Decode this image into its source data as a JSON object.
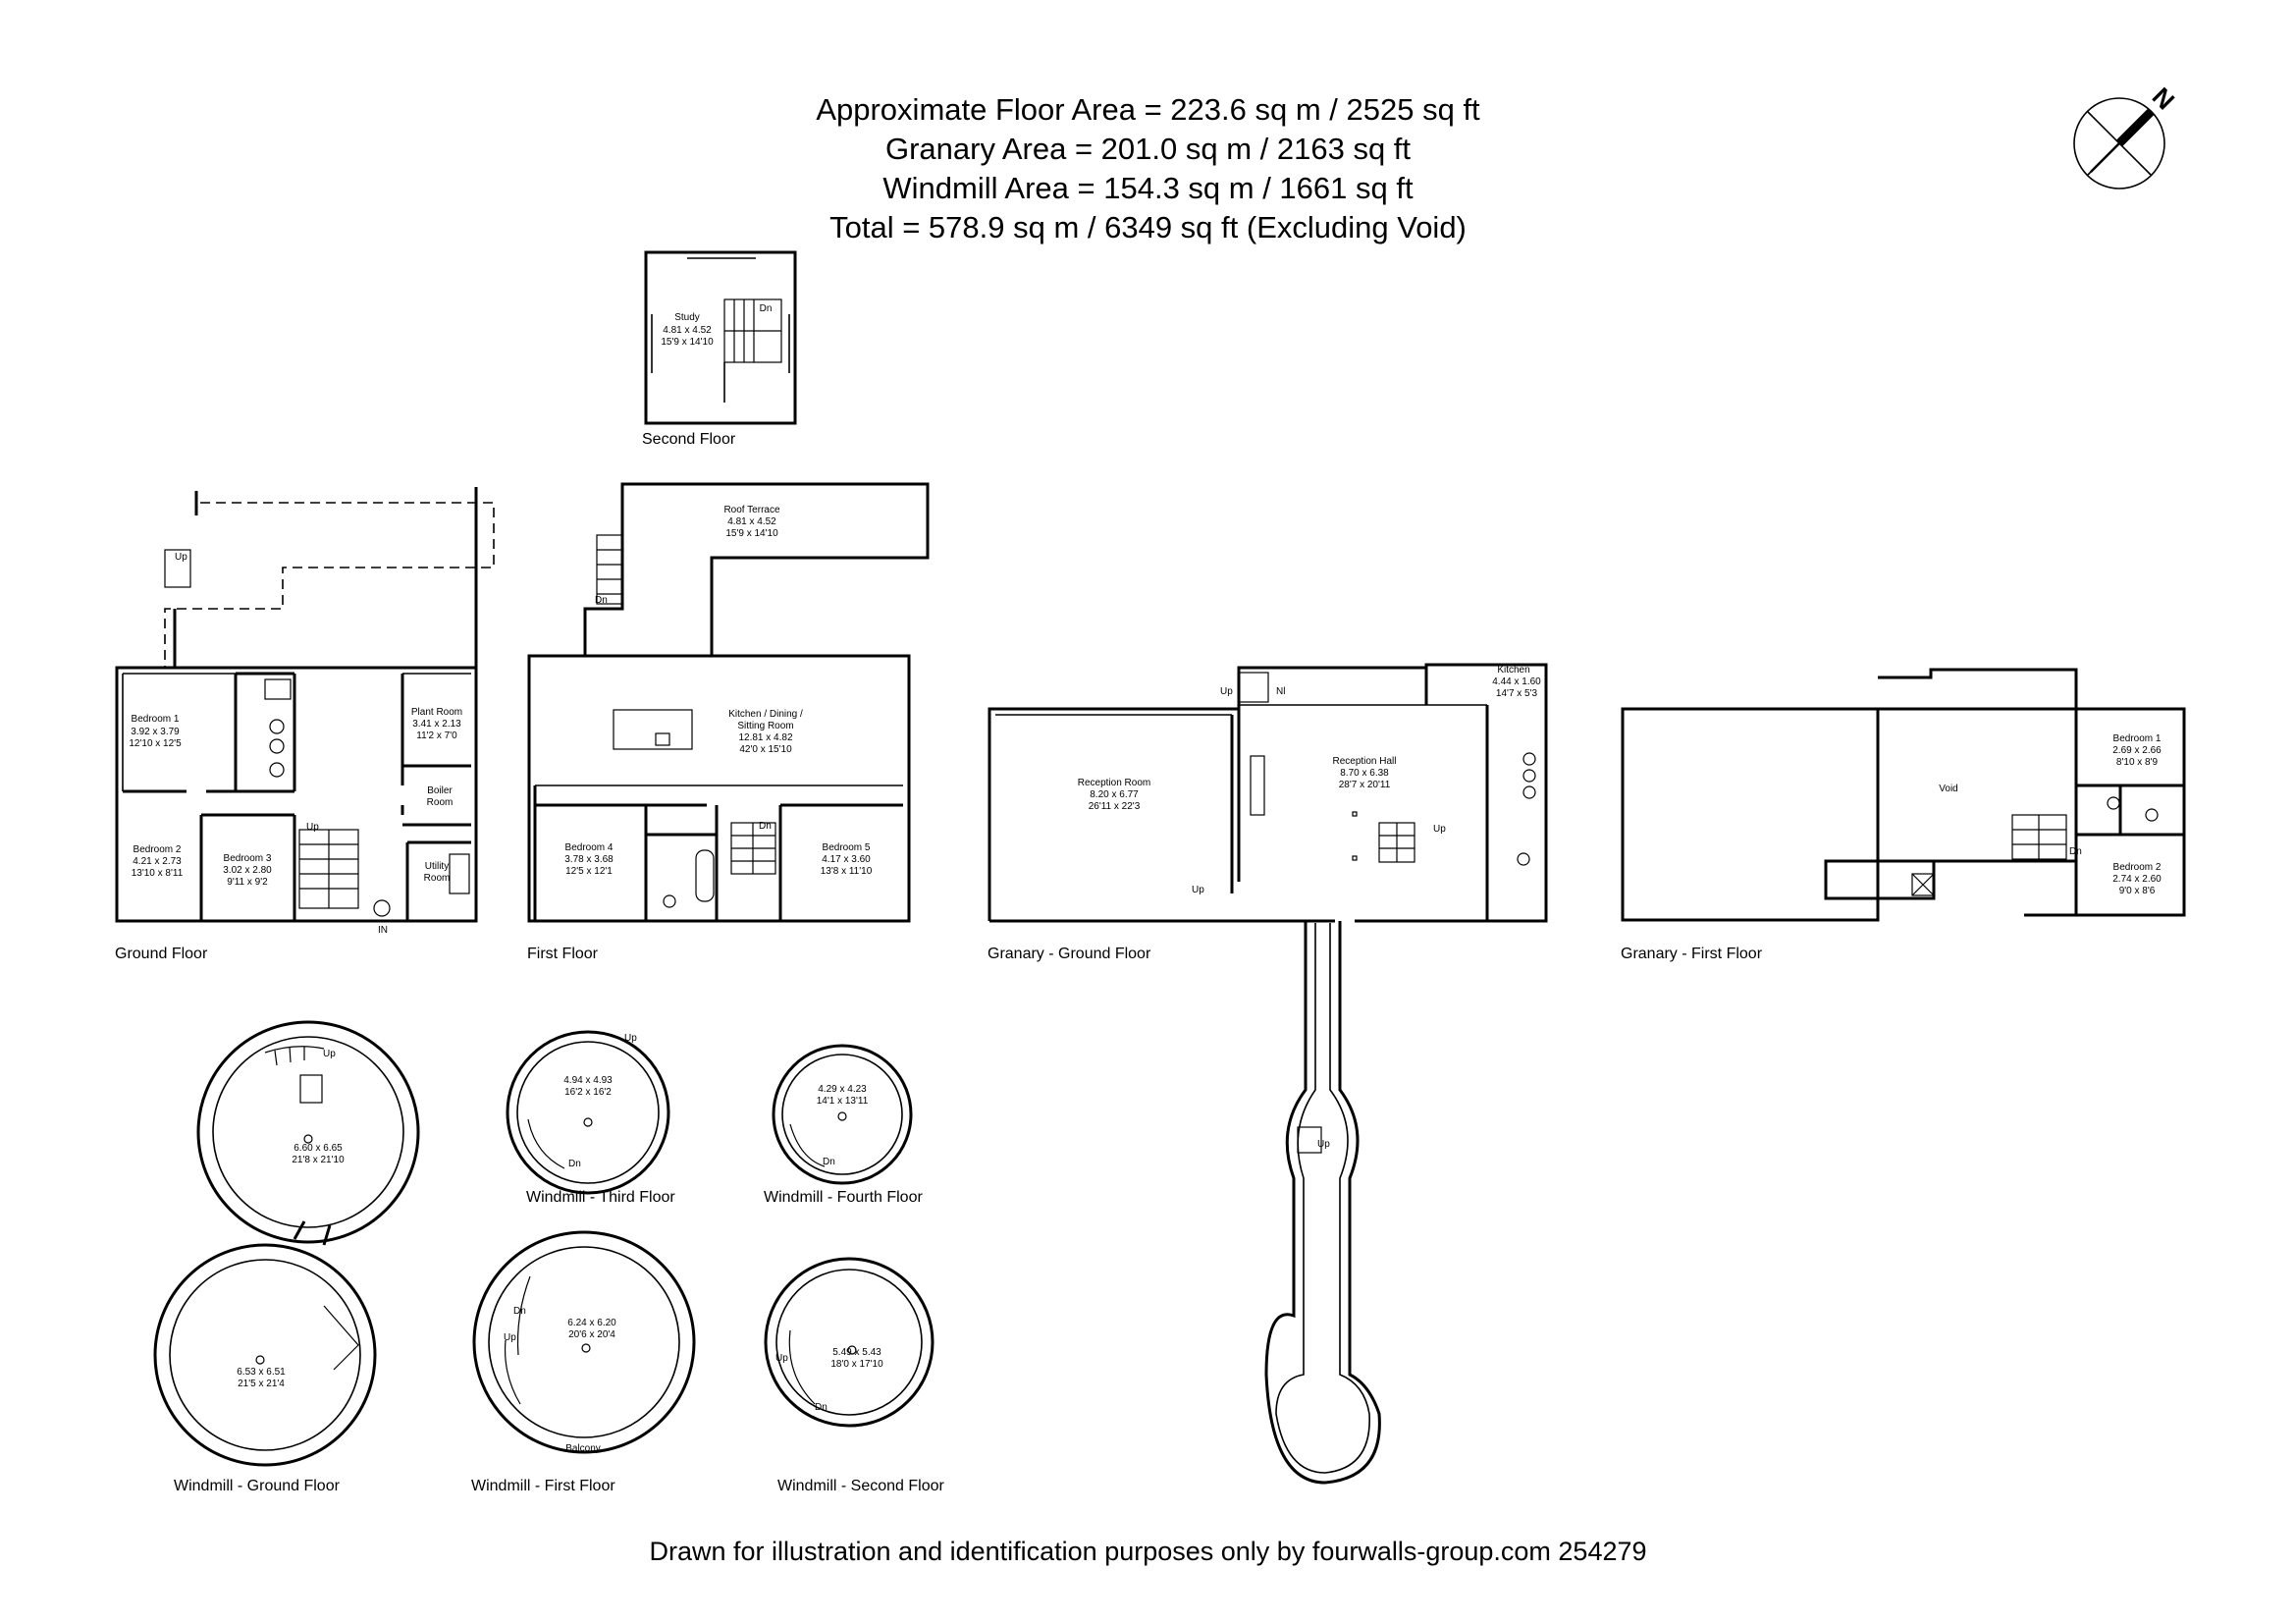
{
  "header": {
    "floor_area": "Approximate Floor Area = 223.6 sq m / 2525 sq ft",
    "granary_area": "Granary Area = 201.0 sq m / 2163 sq ft",
    "windmill_area": "Windmill Area = 154.3 sq m / 1661 sq ft",
    "total": "Total = 578.9 sq m / 6349 sq ft (Excluding Void)"
  },
  "compass": {
    "label": "N"
  },
  "floors": {
    "second_floor": "Second Floor",
    "ground_floor": "Ground Floor",
    "first_floor": "First Floor",
    "granary_ground": "Granary - Ground Floor",
    "granary_first": "Granary - First Floor",
    "windmill_ground": "Windmill - Ground Floor",
    "windmill_first": "Windmill - First Floor",
    "windmill_second": "Windmill - Second Floor",
    "windmill_third": "Windmill - Third Floor",
    "windmill_fourth": "Windmill - Fourth Floor"
  },
  "rooms": {
    "study": {
      "name": "Study",
      "metric": "4.81 x 4.52",
      "imperial": "15'9 x 14'10"
    },
    "roof_terrace": {
      "name": "Roof Terrace",
      "metric": "4.81 x 4.52",
      "imperial": "15'9 x 14'10"
    },
    "bedroom1_main": {
      "name": "Bedroom 1",
      "metric": "3.92 x 3.79",
      "imperial": "12'10 x 12'5"
    },
    "plant_room": {
      "name": "Plant Room",
      "metric": "3.41 x 2.13",
      "imperial": "11'2 x 7'0"
    },
    "boiler_room": {
      "name": "Boiler",
      "name2": "Room"
    },
    "bedroom2_main": {
      "name": "Bedroom 2",
      "metric": "4.21 x 2.73",
      "imperial": "13'10 x 8'11"
    },
    "bedroom3": {
      "name": "Bedroom 3",
      "metric": "3.02 x 2.80",
      "imperial": "9'11 x 9'2"
    },
    "utility": {
      "name": "Utility",
      "name2": "Room"
    },
    "kitchen_dining": {
      "name": "Kitchen / Dining /",
      "name2": "Sitting Room",
      "metric": "12.81 x 4.82",
      "imperial": "42'0 x 15'10"
    },
    "bedroom4": {
      "name": "Bedroom 4",
      "metric": "3.78 x 3.68",
      "imperial": "12'5 x 12'1"
    },
    "bedroom5": {
      "name": "Bedroom 5",
      "metric": "4.17 x 3.60",
      "imperial": "13'8 x 11'10"
    },
    "reception_room": {
      "name": "Reception Room",
      "metric": "8.20 x 6.77",
      "imperial": "26'11 x 22'3"
    },
    "reception_hall": {
      "name": "Reception Hall",
      "metric": "8.70 x 6.38",
      "imperial": "28'7 x 20'11"
    },
    "kitchen_granary": {
      "name": "Kitchen",
      "metric": "4.44 x 1.60",
      "imperial": "14'7 x 5'3"
    },
    "void": {
      "name": "Void"
    },
    "g_bedroom1": {
      "name": "Bedroom 1",
      "metric": "2.69 x 2.66",
      "imperial": "8'10 x 8'9"
    },
    "g_bedroom2": {
      "name": "Bedroom 2",
      "metric": "2.74 x 2.60",
      "imperial": "9'0 x 8'6"
    },
    "wm_ground_top": {
      "metric": "6.60 x 6.65",
      "imperial": "21'8 x 21'10"
    },
    "wm_ground_bottom": {
      "metric": "6.53 x 6.51",
      "imperial": "21'5 x 21'4"
    },
    "wm_first": {
      "metric": "6.24 x 6.20",
      "imperial": "20'6 x 20'4",
      "balcony": "Balcony"
    },
    "wm_second": {
      "metric": "5.49 x 5.43",
      "imperial": "18'0 x 17'10"
    },
    "wm_third": {
      "metric": "4.94 x 4.93",
      "imperial": "16'2 x 16'2"
    },
    "wm_fourth": {
      "metric": "4.29 x 4.23",
      "imperial": "14'1 x 13'11"
    }
  },
  "markers": {
    "up": "Up",
    "dn": "Dn",
    "in": "IN",
    "nl": "Nl"
  },
  "footer": "Drawn for illustration and identification purposes only by fourwalls-group.com 254279"
}
